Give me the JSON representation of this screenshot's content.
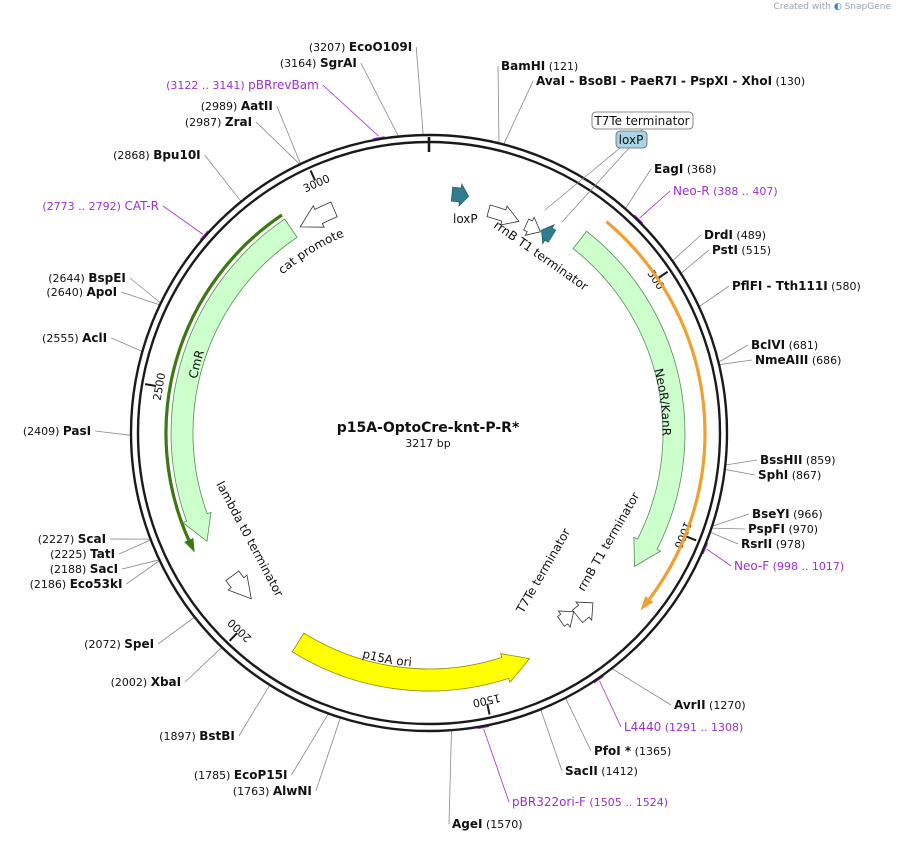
{
  "credit": {
    "prefix": "Created with",
    "brand": "SnapGene"
  },
  "plasmid": {
    "name": "p15A-OptoCre-knt-P-R*",
    "size_label": "3217 bp",
    "length": 3217
  },
  "ticks": [
    {
      "pos": 500,
      "label": "500"
    },
    {
      "pos": 1000,
      "label": "1000"
    },
    {
      "pos": 1500,
      "label": "1500"
    },
    {
      "pos": 2000,
      "label": "2000"
    },
    {
      "pos": 2500,
      "label": "2500"
    },
    {
      "pos": 3000,
      "label": "3000"
    }
  ],
  "sites": [
    {
      "id": "ecoo109i",
      "label": "EcoO109I",
      "pos": 3207,
      "pos_label": "(3207)"
    },
    {
      "id": "sgrai",
      "label": "SgrAI",
      "pos": 3164,
      "pos_label": "(3164)"
    },
    {
      "id": "bamhi",
      "label": "BamHI",
      "pos": 121,
      "pos_label": "(121)"
    },
    {
      "id": "avai",
      "label": "AvaI  -  BsoBI  -  PaeR7I  -  PspXI  -  XhoI",
      "pos": 130,
      "pos_label": "(130)"
    },
    {
      "id": "aatii",
      "label": "AatII",
      "pos": 2989,
      "pos_label": "(2989)"
    },
    {
      "id": "zrai",
      "label": "ZraI",
      "pos": 2987,
      "pos_label": "(2987)"
    },
    {
      "id": "bpu10i",
      "label": "Bpu10I",
      "pos": 2868,
      "pos_label": "(2868)"
    },
    {
      "id": "eagi",
      "label": "EagI",
      "pos": 368,
      "pos_label": "(368)"
    },
    {
      "id": "drdi",
      "label": "DrdI",
      "pos": 489,
      "pos_label": "(489)"
    },
    {
      "id": "psti",
      "label": "PstI",
      "pos": 515,
      "pos_label": "(515)"
    },
    {
      "id": "pflfi",
      "label": "PflFI  -  Tth111I",
      "pos": 580,
      "pos_label": "(580)"
    },
    {
      "id": "bspei",
      "label": "BspEI",
      "pos": 2644,
      "pos_label": "(2644)"
    },
    {
      "id": "apoi",
      "label": "ApoI",
      "pos": 2640,
      "pos_label": "(2640)"
    },
    {
      "id": "acli",
      "label": "AclI",
      "pos": 2555,
      "pos_label": "(2555)"
    },
    {
      "id": "bclvi",
      "label": "BclVI",
      "pos": 681,
      "pos_label": "(681)"
    },
    {
      "id": "nmeaiii",
      "label": "NmeAIII",
      "pos": 686,
      "pos_label": "(686)"
    },
    {
      "id": "pasi",
      "label": "PasI",
      "pos": 2409,
      "pos_label": "(2409)"
    },
    {
      "id": "bsshii",
      "label": "BssHII",
      "pos": 859,
      "pos_label": "(859)"
    },
    {
      "id": "sphi",
      "label": "SphI",
      "pos": 867,
      "pos_label": "(867)"
    },
    {
      "id": "bseyi",
      "label": "BseYI",
      "pos": 966,
      "pos_label": "(966)"
    },
    {
      "id": "pspfi",
      "label": "PspFI",
      "pos": 970,
      "pos_label": "(970)"
    },
    {
      "id": "rsrii",
      "label": "RsrII",
      "pos": 978,
      "pos_label": "(978)"
    },
    {
      "id": "scai",
      "label": "ScaI",
      "pos": 2227,
      "pos_label": "(2227)"
    },
    {
      "id": "tati",
      "label": "TatI",
      "pos": 2225,
      "pos_label": "(2225)"
    },
    {
      "id": "saci",
      "label": "SacI",
      "pos": 2188,
      "pos_label": "(2188)"
    },
    {
      "id": "eco53ki",
      "label": "Eco53kI",
      "pos": 2186,
      "pos_label": "(2186)"
    },
    {
      "id": "spei",
      "label": "SpeI",
      "pos": 2072,
      "pos_label": "(2072)"
    },
    {
      "id": "xbai",
      "label": "XbaI",
      "pos": 2002,
      "pos_label": "(2002)"
    },
    {
      "id": "avrii",
      "label": "AvrII",
      "pos": 1270,
      "pos_label": "(1270)"
    },
    {
      "id": "bstbi",
      "label": "BstBI",
      "pos": 1897,
      "pos_label": "(1897)"
    },
    {
      "id": "pfoi",
      "label": "PfoI *",
      "pos": 1365,
      "pos_label": "(1365)"
    },
    {
      "id": "ecop15i",
      "label": "EcoP15I",
      "pos": 1785,
      "pos_label": "(1785)"
    },
    {
      "id": "alwni",
      "label": "AlwNI",
      "pos": 1763,
      "pos_label": "(1763)"
    },
    {
      "id": "sacii",
      "label": "SacII",
      "pos": 1412,
      "pos_label": "(1412)"
    },
    {
      "id": "agei",
      "label": "AgeI",
      "pos": 1570,
      "pos_label": "(1570)"
    }
  ],
  "primers": [
    {
      "id": "pbrrevbam",
      "label": "pBRrevBam",
      "range": "(3122 .. 3141)",
      "pos": 3131
    },
    {
      "id": "neo-r",
      "label": "Neo-R",
      "range": "(388 .. 407)",
      "pos": 397
    },
    {
      "id": "cat-r",
      "label": "CAT-R",
      "range": "(2773 .. 2792)",
      "pos": 2782
    },
    {
      "id": "neo-f",
      "label": "Neo-F",
      "range": "(998 .. 1017)",
      "pos": 1007
    },
    {
      "id": "l4440",
      "label": "L4440",
      "range": "(1291 .. 1308)",
      "pos": 1300
    },
    {
      "id": "pbr322ori-f",
      "label": "pBR322ori-F",
      "range": "(1505 .. 1524)",
      "pos": 1515
    }
  ],
  "features": [
    {
      "id": "cmr",
      "label": "CmR",
      "type": "gene",
      "color": "#ccffcc"
    },
    {
      "id": "cat-promoter",
      "label": "cat promoter",
      "type": "promoter",
      "color": "#ffffff"
    },
    {
      "id": "neor-kanr",
      "label": "NeoR/KanR",
      "type": "gene",
      "color": "#ccffcc"
    },
    {
      "id": "p15a-ori",
      "label": "p15A ori",
      "type": "origin",
      "color": "#ffff00"
    },
    {
      "id": "lambda-t0-terminator",
      "label": "lambda t0 terminator",
      "type": "terminator",
      "color": "#ffffff"
    },
    {
      "id": "rrnb-t1-terminator-top",
      "label": "rrnB T1 terminator",
      "type": "terminator",
      "color": "#ffffff"
    },
    {
      "id": "rrnb-t1-terminator-right",
      "label": "rrnB T1 terminator",
      "type": "terminator",
      "color": "#ffffff"
    },
    {
      "id": "t7te-terminator",
      "label": "T7Te terminator",
      "type": "terminator",
      "color": "#ffffff"
    },
    {
      "id": "loxp-left",
      "label": "loxP",
      "type": "site",
      "color": "#2f7d8f"
    },
    {
      "id": "loxp-right",
      "label": "loxP",
      "type": "site",
      "color": "#2f7d8f"
    },
    {
      "id": "orf-orange",
      "label": "",
      "type": "orf",
      "color": "#f0a030"
    },
    {
      "id": "orf-green",
      "label": "",
      "type": "orf",
      "color": "#3a7a10"
    }
  ],
  "callouts": [
    {
      "id": "callout-t7te",
      "label": "T7Te terminator",
      "bg": "#ffffff"
    },
    {
      "id": "callout-loxp",
      "label": "loxP",
      "bg": "#a9d4e6"
    }
  ],
  "colors": {
    "backbone": "#1a1a1a",
    "primer": "#9b30d0",
    "leader": "#888888"
  }
}
